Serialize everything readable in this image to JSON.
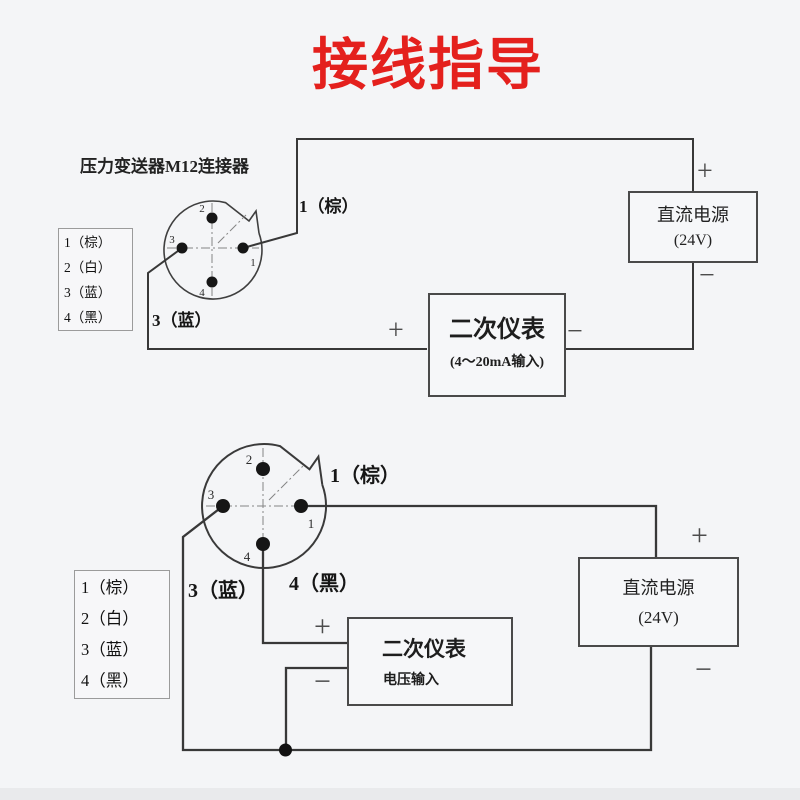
{
  "title": "接线指导",
  "signs": {
    "plus": "+",
    "minus": "−"
  },
  "colors": {
    "title_red": "#e4201d",
    "wire": "#383838",
    "background": "#f4f5f7"
  },
  "top": {
    "connector_title": "压力变送器M12连接器",
    "legend": [
      "1（棕）",
      "2（白）",
      "3（蓝）",
      "4（黑）"
    ],
    "pins": [
      "1",
      "2",
      "3",
      "4"
    ],
    "wire_label_brown": "1（棕）",
    "wire_label_blue": "3（蓝）",
    "power": {
      "line1": "直流电源",
      "line2": "(24V)"
    },
    "instrument": {
      "line1": "二次仪表",
      "line2": "(4～20mA输入)"
    }
  },
  "bottom": {
    "legend": [
      "1（棕）",
      "2（白）",
      "3（蓝）",
      "4（黑）"
    ],
    "pins": [
      "1",
      "2",
      "3",
      "4"
    ],
    "wire_label_brown": "1（棕）",
    "wire_label_blue": "3（蓝）",
    "wire_label_black": "4（黑）",
    "power": {
      "line1": "直流电源",
      "line2": "(24V)"
    },
    "instrument": {
      "line1": "二次仪表",
      "line2": "电压输入"
    }
  }
}
